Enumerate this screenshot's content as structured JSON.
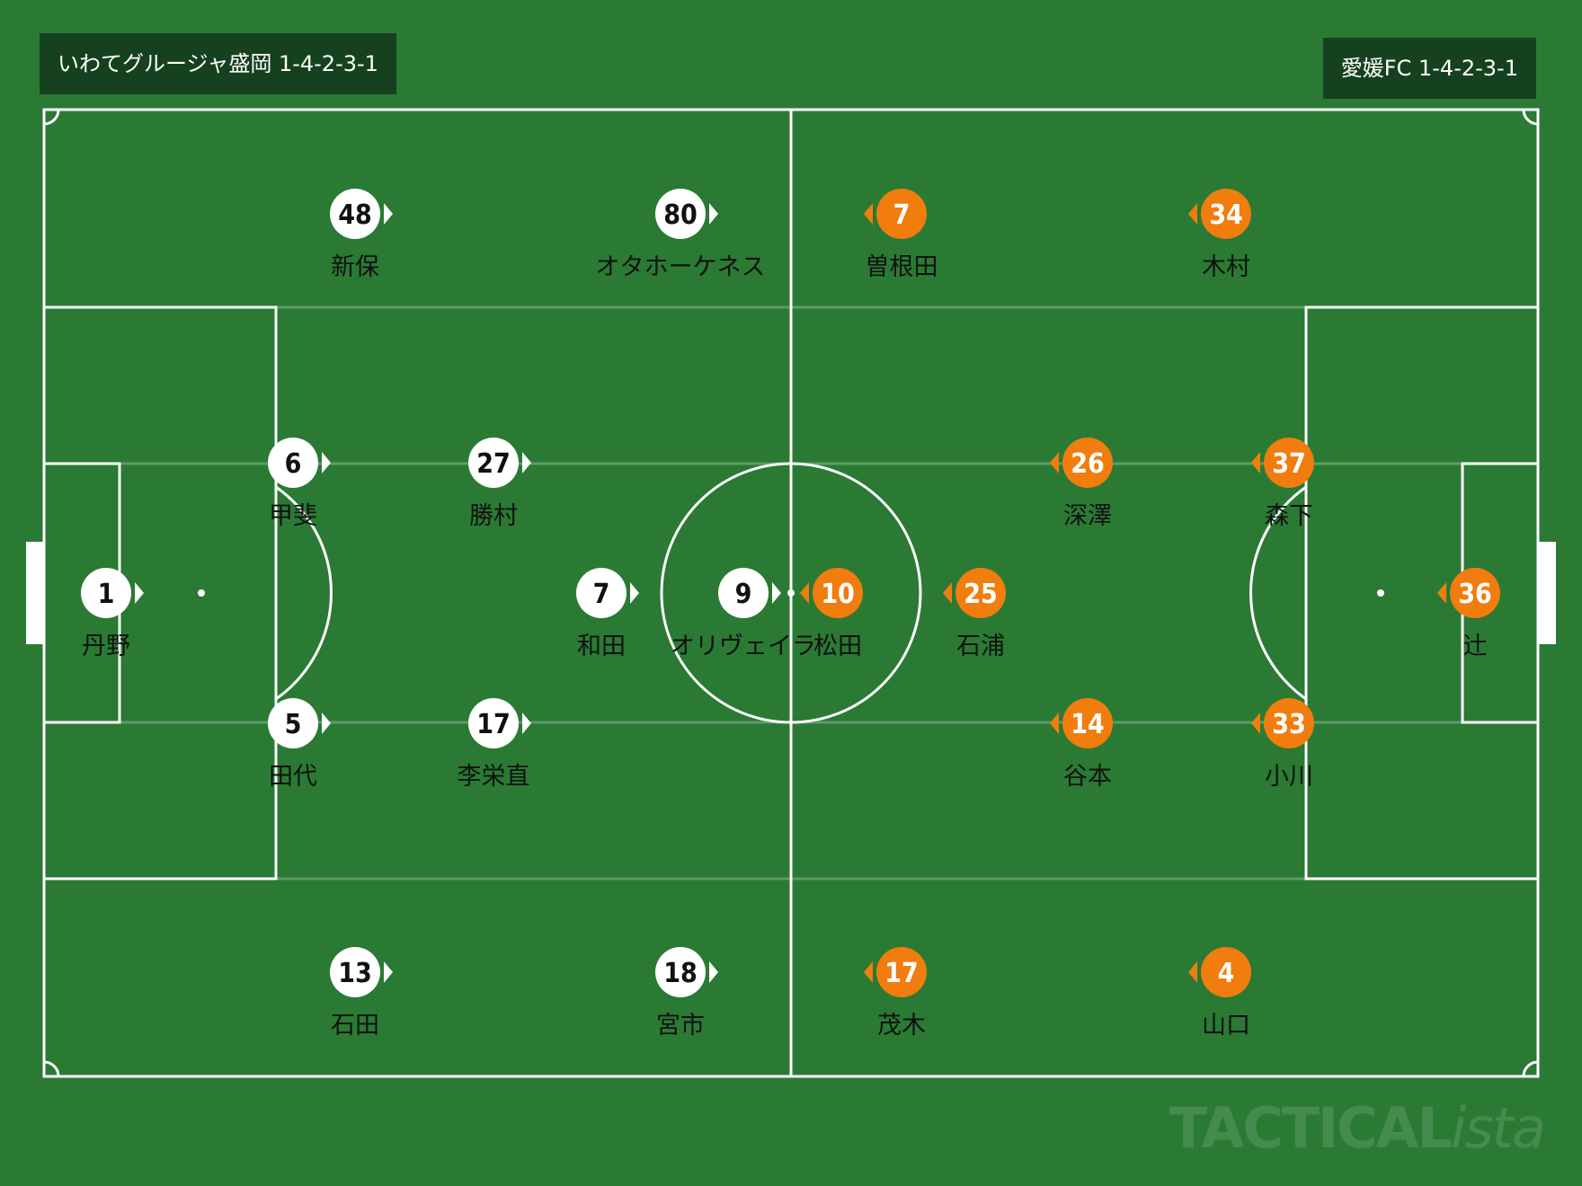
{
  "home": {
    "label": "いわてグルージャ盛岡 1-4-2-3-1",
    "color": "#ffffff",
    "number_color": "#111111",
    "players": [
      {
        "number": "1",
        "name": "丹野"
      },
      {
        "number": "6",
        "name": "甲斐"
      },
      {
        "number": "5",
        "name": "田代"
      },
      {
        "number": "48",
        "name": "新保"
      },
      {
        "number": "13",
        "name": "石田"
      },
      {
        "number": "27",
        "name": "勝村"
      },
      {
        "number": "17",
        "name": "李栄直"
      },
      {
        "number": "80",
        "name": "オタホーケネス"
      },
      {
        "number": "7",
        "name": "和田"
      },
      {
        "number": "18",
        "name": "宮市"
      },
      {
        "number": "9",
        "name": "オリヴェイラ"
      }
    ]
  },
  "away": {
    "label": "愛媛FC 1-4-2-3-1",
    "color": "#f07d0e",
    "number_color": "#ffffff",
    "players": [
      {
        "number": "36",
        "name": "辻"
      },
      {
        "number": "37",
        "name": "森下"
      },
      {
        "number": "33",
        "name": "小川"
      },
      {
        "number": "34",
        "name": "木村"
      },
      {
        "number": "4",
        "name": "山口"
      },
      {
        "number": "26",
        "name": "深澤"
      },
      {
        "number": "14",
        "name": "谷本"
      },
      {
        "number": "7",
        "name": "曽根田"
      },
      {
        "number": "25",
        "name": "石浦"
      },
      {
        "number": "17",
        "name": "茂木"
      },
      {
        "number": "10",
        "name": "松田"
      }
    ]
  },
  "colors": {
    "pitch": "#2a7a34",
    "lines": "#ffffff",
    "label_bg": "#16411f"
  },
  "watermark": {
    "main": "TACTICAL",
    "italic": "ista"
  }
}
